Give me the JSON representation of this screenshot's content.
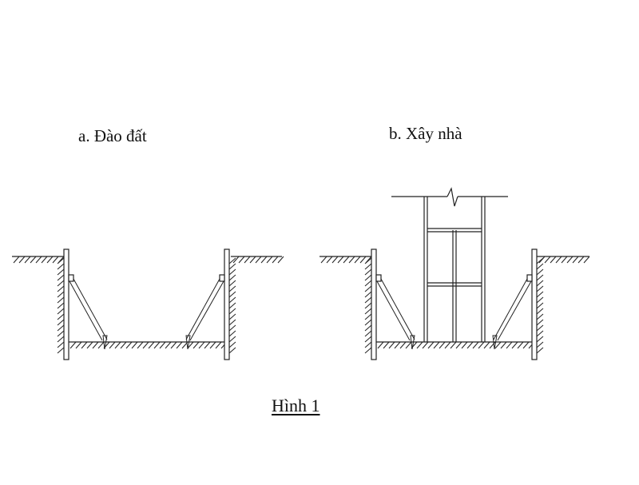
{
  "diagram": {
    "panel_a_label": "a. Đào đất",
    "panel_b_label": "b. Xây nhà",
    "caption": "Hình 1"
  }
}
